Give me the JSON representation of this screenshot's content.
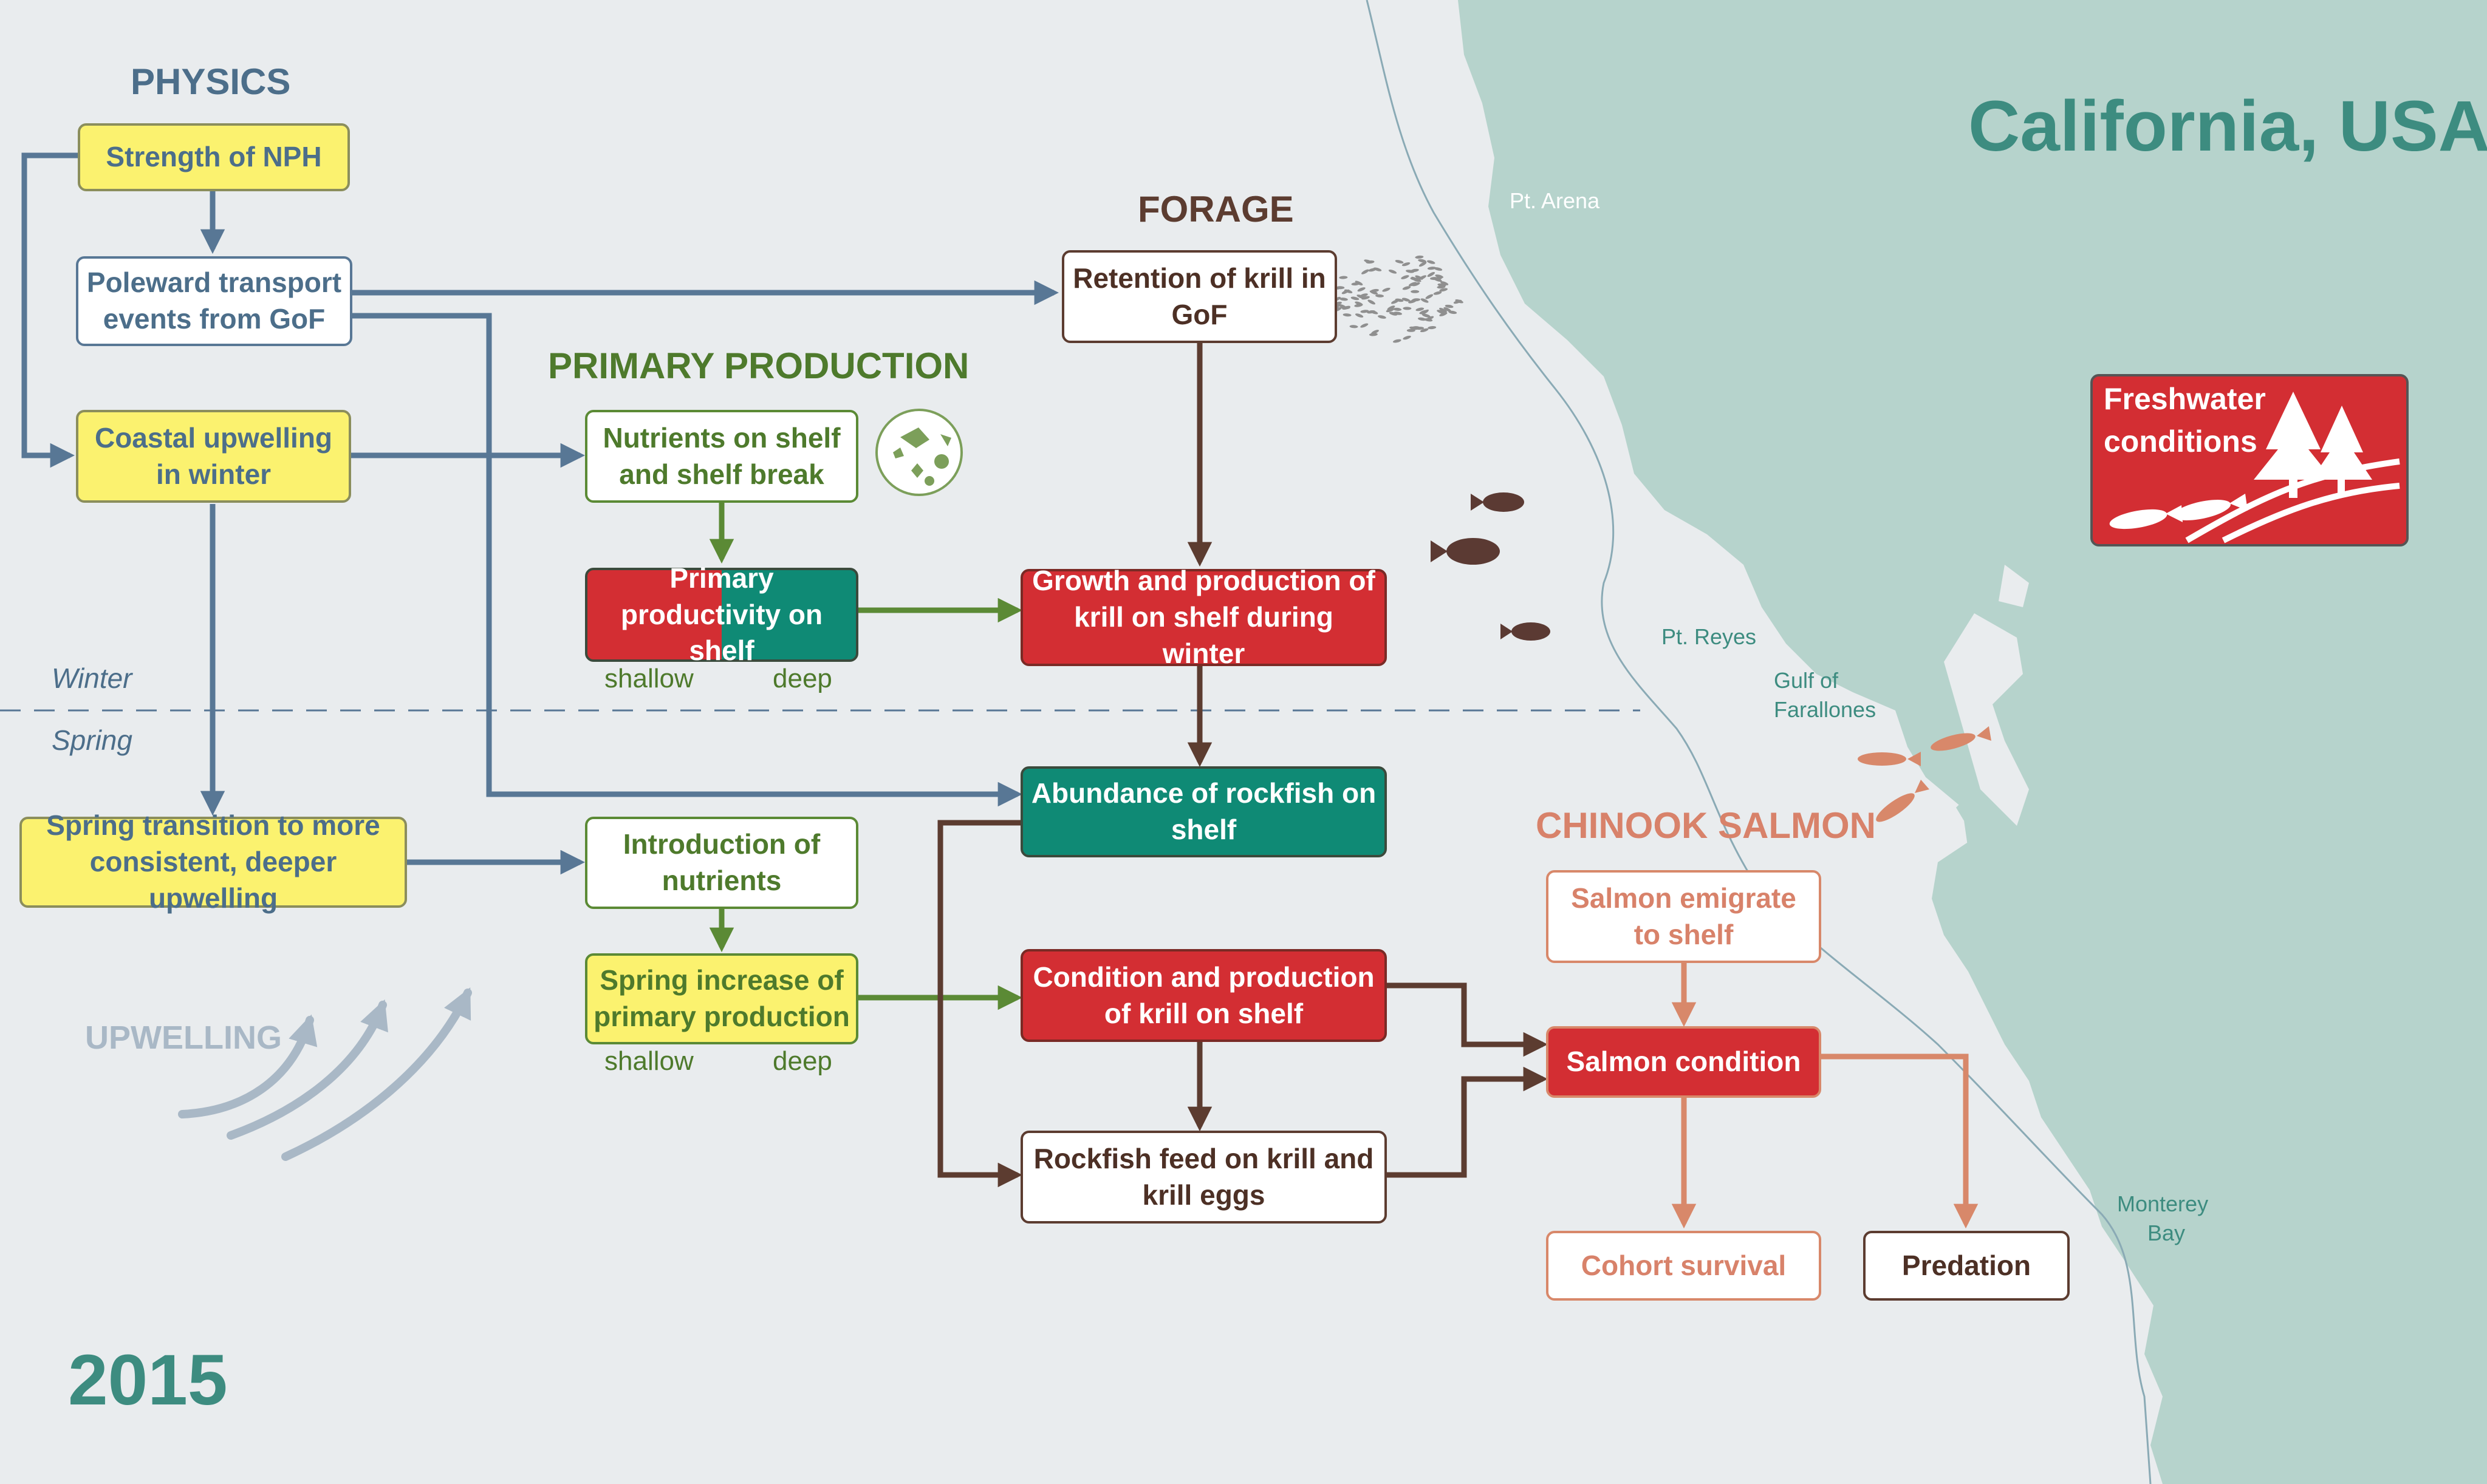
{
  "map": {
    "title": "California, USA",
    "places": {
      "pt_arena": "Pt. Arena",
      "pt_reyes": "Pt. Reyes",
      "gulf_line1": "Gulf of",
      "gulf_line2": "Farallones",
      "monterey_line1": "Monterey",
      "monterey_line2": "Bay"
    },
    "freshwater_line1": "Freshwater",
    "freshwater_line2": "conditions"
  },
  "year": "2015",
  "season": {
    "winter": "Winter",
    "spring": "Spring"
  },
  "upwelling_label": "UPWELLING",
  "headers": {
    "physics": "PHYSICS",
    "forage": "FORAGE",
    "primary_production": "PRIMARY PRODUCTION",
    "chinook_salmon": "CHINOOK SALMON"
  },
  "boxes": {
    "npf": "Strength of NPH",
    "poleward": "Poleward transport events from GoF",
    "coastal_upwelling": "Coastal upwelling in winter",
    "spring_transition": "Spring transition to more consistent, deeper upwelling",
    "nutrients_shelf": "Nutrients on shelf and shelf break",
    "primary_productivity": "Primary productivity on shelf",
    "intro_nutrients": "Introduction of nutrients",
    "spring_increase": "Spring increase of primary production",
    "retention_krill": "Retention of krill in GoF",
    "growth_krill": "Growth and production of krill on shelf during winter",
    "abundance_rockfish": "Abundance of rockfish on shelf",
    "condition_krill": "Condition and production of krill on shelf",
    "rockfish_feed": "Rockfish feed on krill and krill eggs",
    "salmon_emigrate": "Salmon emigrate to shelf",
    "salmon_condition": "Salmon condition",
    "cohort_survival": "Cohort survival",
    "predation": "Predation"
  },
  "depth_labels": {
    "shallow": "shallow",
    "deep": "deep"
  },
  "colors": {
    "physics_blue": "#587795",
    "green": "#5b8a35",
    "brown": "#5c3c30",
    "salmon": "#d8886a",
    "red": "#d32e33",
    "teal": "#0f8a75",
    "yellow": "#fbf26f",
    "land": "#b6d3cc"
  },
  "icons": [
    "phytoplankton-icon",
    "krill-swarm-icon",
    "rockfish-icon",
    "salmon-icon",
    "tree-icon",
    "river-icon"
  ]
}
